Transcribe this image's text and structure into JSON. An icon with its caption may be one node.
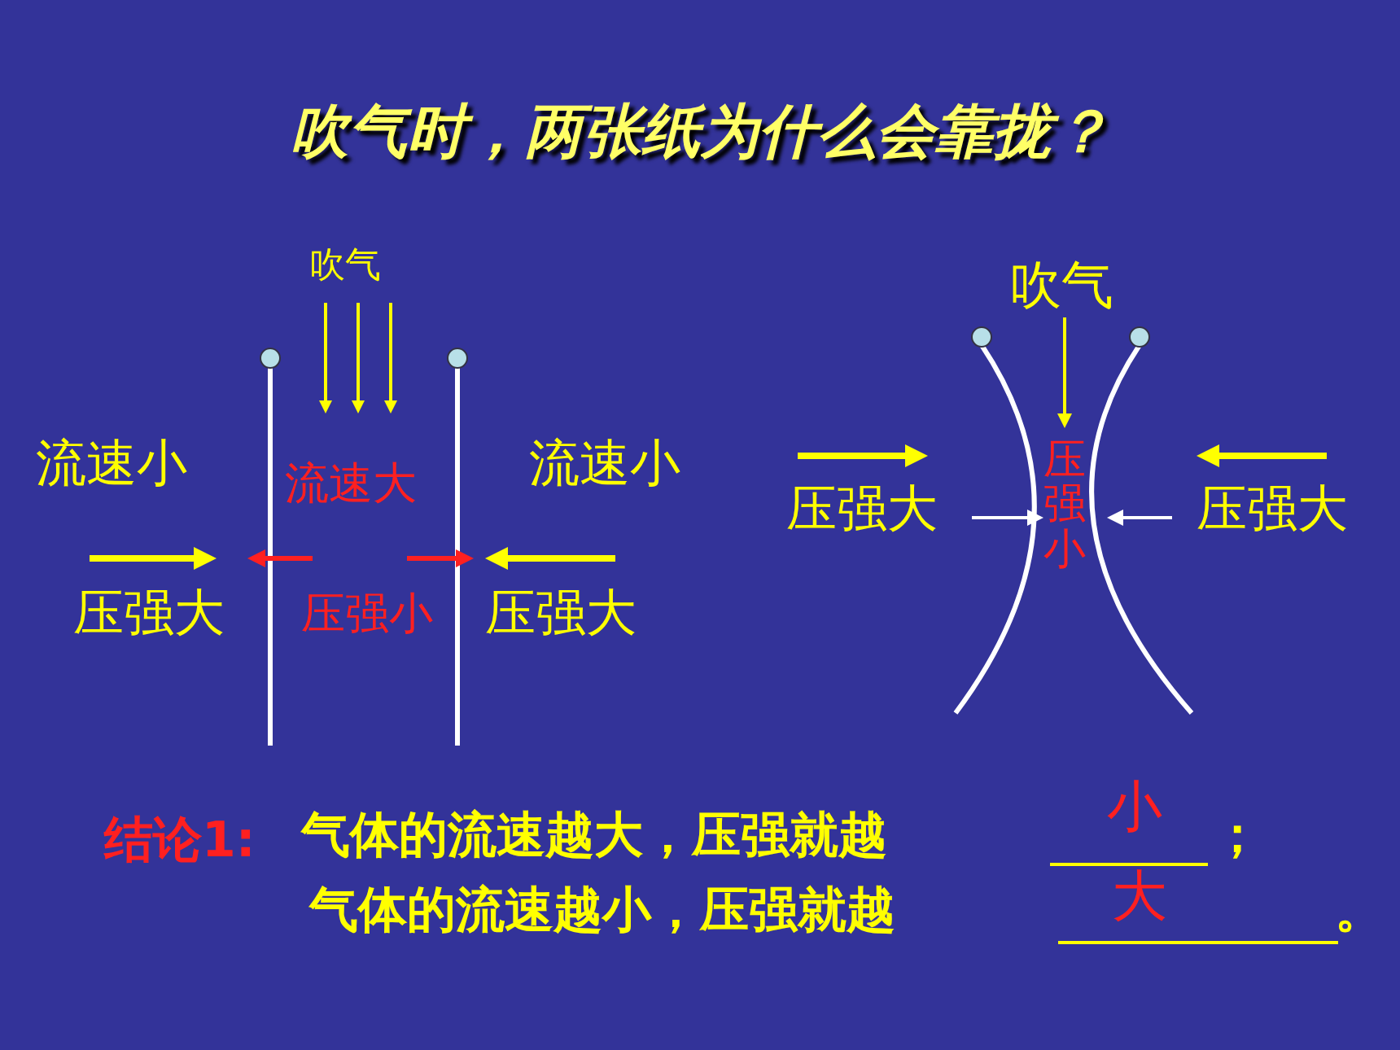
{
  "diagram": {
    "title": "吹气时，两张纸为什么会靠拢？",
    "labels": [
      "吹气",
      "流速小",
      "流速大",
      "流速小",
      "压强大",
      "压强小",
      "压强大",
      "吹气",
      "压强大",
      "压强小",
      "压强大",
      "结论1:",
      "气体的流速越大，压强就越",
      "小",
      "；",
      "气体的流速越小，压强就越",
      "大",
      "。"
    ]
  }
}
